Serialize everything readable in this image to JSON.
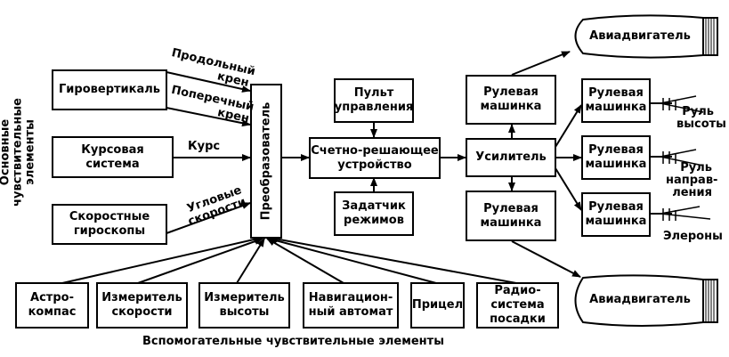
{
  "blocks": {
    "gyro_vertical": "Гировертикаль",
    "course_system": "Курсовая\nсистема",
    "rate_gyros": "Скоростные\nгироскопы",
    "converter": "Преобразователь",
    "control_panel": "Пульт\nуправления",
    "computer": "Счетно-решающее\nустройство",
    "mode_setter": "Задатчик\nрежимов",
    "servo_top": "Рулевая\nмашинка",
    "amplifier": "Усилитель",
    "servo_bottom": "Рулевая\nмашинка",
    "servo_elevator": "Рулевая\nмашинка",
    "servo_rudder": "Рулевая\nмашинка",
    "servo_aileron": "Рулевая\nмашинка",
    "engine_top": "Авиадвигатель",
    "engine_bottom": "Авиадвигатель",
    "astrocompass": "Астро-\nкомпас",
    "airspeed": "Измеритель\nскорости",
    "altimeter": "Измеритель\nвысоты",
    "nav_computer": "Навигацион-\nный автомат",
    "sight": "Прицел",
    "landing_radio": "Радио-\nсистема\nпосадки"
  },
  "labels": {
    "main_sensors": "Основные\nчувствительные элементы",
    "aux_sensors": "Вспомогательные чувствительные элементы",
    "pitch": "Продольный\nкрен",
    "roll": "Поперечный\nкрен",
    "course": "Курс",
    "angular_rates": "Угловые\nскорости",
    "elevator": "Руль\nвысоты",
    "rudder": "Руль\nнаправ-\nления",
    "ailerons": "Элероны"
  }
}
